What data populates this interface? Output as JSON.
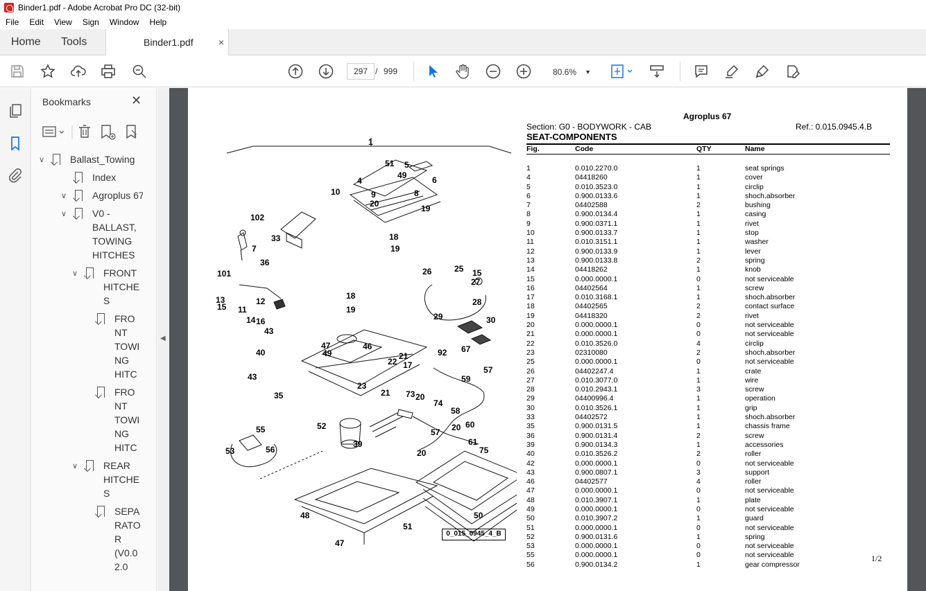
{
  "window": {
    "title": "Binder1.pdf - Adobe Acrobat Pro DC (32-bit)"
  },
  "menu": [
    "File",
    "Edit",
    "View",
    "Sign",
    "Window",
    "Help"
  ],
  "tabs": {
    "home": "Home",
    "tools": "Tools",
    "document": "Binder1.pdf",
    "close_glyph": "×"
  },
  "toolbar": {
    "current_page": "297",
    "separator": "/",
    "total_pages": "999",
    "zoom": "80.6%"
  },
  "bookmarks": {
    "title": "Bookmarks",
    "close_glyph": "✕",
    "items": [
      {
        "label": "Ballast_Towing",
        "level": 0,
        "expanded": true
      },
      {
        "label": "Index",
        "level": 1,
        "expanded": null
      },
      {
        "label": "Agroplus 67",
        "level": 1,
        "expanded": true
      },
      {
        "label": "V0 - BALLAST, TOWING HITCHES",
        "level": 2,
        "expanded": true
      },
      {
        "label": "FRONT HITCHES",
        "level": 3,
        "expanded": true
      },
      {
        "label": "FRONT TOWING HITC",
        "level": 4,
        "expanded": null
      },
      {
        "label": "FRONT TOWING HITC",
        "level": 4,
        "expanded": null
      },
      {
        "label": "REAR HITCHES",
        "level": 3,
        "expanded": true
      },
      {
        "label": "SEPARATOR (V0.02.0",
        "level": 4,
        "expanded": null
      }
    ],
    "wrapped": [
      [
        "Ballast_Towing"
      ],
      [
        "Index"
      ],
      [
        "Agroplus 67"
      ],
      [
        "V0 -",
        "BALLAST,",
        "TOWING",
        "HITCHES"
      ],
      [
        "FRONT",
        "HITCHE",
        "S"
      ],
      [
        "FRO",
        "NT",
        "TOWI",
        "NG",
        "HITC"
      ],
      [
        "FRO",
        "NT",
        "TOWI",
        "NG",
        "HITC"
      ],
      [
        "REAR",
        "HITCHE",
        "S"
      ],
      [
        "SEPA",
        "RATO",
        "R",
        "(V0.0",
        "2.0"
      ]
    ]
  },
  "document": {
    "model": "Agroplus 67",
    "section": "Section: G0 - BODYWORK - CAB",
    "ref": "Ref.: 0.015.0945.4.B",
    "heading": "SEAT-COMPONENTS",
    "columns": {
      "fig": "Fig.",
      "code": "Code",
      "qty": "QTY",
      "name": "Name"
    },
    "figure_id": "0_015_0945_4_B",
    "page_marker": "1/2",
    "rows": [
      [
        "1",
        "0.010.2270.0",
        "1",
        "seat springs"
      ],
      [
        "4",
        "04418260",
        "1",
        "cover"
      ],
      [
        "5",
        "0.010.3523.0",
        "1",
        "circlip"
      ],
      [
        "6",
        "0.900.0133.6",
        "1",
        "shoch.absorber"
      ],
      [
        "7",
        "04402588",
        "2",
        "bushing"
      ],
      [
        "8",
        "0.900.0134.4",
        "1",
        "casing"
      ],
      [
        "9",
        "0.900.0371.1",
        "1",
        "rivet"
      ],
      [
        "10",
        "0.900.0133.7",
        "1",
        "stop"
      ],
      [
        "11",
        "0.010.3151.1",
        "1",
        "washer"
      ],
      [
        "12",
        "0.900.0133.9",
        "1",
        "lever"
      ],
      [
        "13",
        "0.900.0133.8",
        "2",
        "spring"
      ],
      [
        "14",
        "04418262",
        "1",
        "knob"
      ],
      [
        "15",
        "0.000.0000.1",
        "0",
        "not serviceable"
      ],
      [
        "16",
        "04402564",
        "1",
        "screw"
      ],
      [
        "17",
        "0.010.3168.1",
        "1",
        "shoch.absorber"
      ],
      [
        "18",
        "04402565",
        "2",
        "contact surface"
      ],
      [
        "19",
        "04418320",
        "2",
        "rivet"
      ],
      [
        "20",
        "0.000.0000.1",
        "0",
        "not serviceable"
      ],
      [
        "21",
        "0.000.0000.1",
        "0",
        "not serviceable"
      ],
      [
        "22",
        "0.010.3526.0",
        "4",
        "circlip"
      ],
      [
        "23",
        "02310080",
        "2",
        "shoch.absorber"
      ],
      [
        "25",
        "0.000.0000.1",
        "0",
        "not serviceable"
      ],
      [
        "26",
        "04402247.4",
        "1",
        "crate"
      ],
      [
        "27",
        "0.010.3077.0",
        "1",
        "wire"
      ],
      [
        "28",
        "0.010.2943.1",
        "3",
        "screw"
      ],
      [
        "29",
        "04400996.4",
        "1",
        "operation"
      ],
      [
        "30",
        "0.010.3526.1",
        "1",
        "grip"
      ],
      [
        "33",
        "04402572",
        "1",
        "shoch.absorber"
      ],
      [
        "35",
        "0.900.0131.5",
        "1",
        "chassis frame"
      ],
      [
        "36",
        "0.900.0131.4",
        "2",
        "screw"
      ],
      [
        "39",
        "0.900.0134.3",
        "1",
        "accessories"
      ],
      [
        "40",
        "0.010.3526.2",
        "2",
        "roller"
      ],
      [
        "42",
        "0.000.0000.1",
        "0",
        "not serviceable"
      ],
      [
        "43",
        "0.900.0807.1",
        "3",
        "support"
      ],
      [
        "46",
        "04402577",
        "4",
        "roller"
      ],
      [
        "47",
        "0.000.0000.1",
        "0",
        "not serviceable"
      ],
      [
        "48",
        "0.010.3907.1",
        "1",
        "plate"
      ],
      [
        "49",
        "0.000.0000.1",
        "0",
        "not serviceable"
      ],
      [
        "50",
        "0.010.3907.2",
        "1",
        "guard"
      ],
      [
        "51",
        "0.000.0000.1",
        "0",
        "not serviceable"
      ],
      [
        "52",
        "0.900.0131.6",
        "1",
        "spring"
      ],
      [
        "53",
        "0.000.0000.1",
        "0",
        "not serviceable"
      ],
      [
        "55",
        "0.000.0000.1",
        "0",
        "not serviceable"
      ],
      [
        "56",
        "0.900.0134.2",
        "1",
        "gear compressor"
      ]
    ],
    "callouts": [
      "1",
      "51",
      "5",
      "49",
      "6",
      "4",
      "10",
      "9",
      "20",
      "8",
      "19",
      "102",
      "33",
      "7",
      "36",
      "101",
      "18",
      "19",
      "26",
      "25",
      "15",
      "27",
      "28",
      "29",
      "30",
      "13",
      "12",
      "15",
      "11",
      "14",
      "16",
      "18",
      "19",
      "43",
      "47",
      "49",
      "46",
      "21",
      "92",
      "67",
      "40",
      "22",
      "17",
      "59",
      "57",
      "43",
      "23",
      "21",
      "73",
      "20",
      "35",
      "74",
      "58",
      "20",
      "60",
      "52",
      "55",
      "39",
      "57",
      "61",
      "53",
      "56",
      "75",
      "20",
      "48",
      "50",
      "51",
      "47"
    ]
  },
  "colors": {
    "accent": "#1473e6",
    "viewer_bg": "#525659",
    "panel_bg": "#fafafa"
  }
}
